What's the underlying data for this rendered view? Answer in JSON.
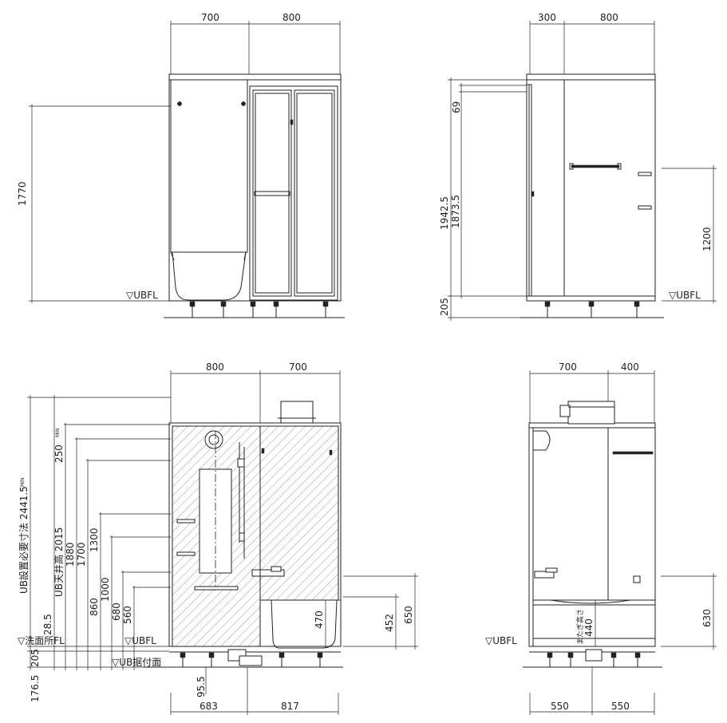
{
  "views": {
    "front": {
      "dims_top": [
        "700",
        "800"
      ],
      "height_1770": "1770",
      "ubfl": "▽UBFL"
    },
    "side": {
      "dims_top": [
        "300",
        "800"
      ],
      "dim_69": "69",
      "dim_1942": "1942.5",
      "dim_1873": "1873.5",
      "dim_205": "205",
      "dim_1200": "1200",
      "ubfl": "▽UBFL"
    },
    "section": {
      "dims_top": [
        "800",
        "700"
      ],
      "dim_2441": "UB設置必要寸法 2441.5",
      "min1": "MIN",
      "dim_250": "250",
      "min2": "MIN",
      "dim_2015": "UB天井高 2015",
      "dim_1880": "1880",
      "dim_1700": "1700",
      "dim_1300": "1300",
      "dim_1000": "1000",
      "dim_860": "860",
      "dim_680": "680",
      "dim_560": "560",
      "dim_470": "470",
      "dim_452": "452",
      "dim_650": "650",
      "dim_28_5": "28.5",
      "dim_205": "205",
      "dim_176_5": "176.5",
      "dim_95_5": "95.5",
      "washfl": "▽洗面所FL",
      "ubfl": "▽UBFL",
      "ubbase": "▽UB据付面",
      "dims_bottom": [
        "683",
        "817"
      ]
    },
    "rear": {
      "dims_top": [
        "700",
        "400"
      ],
      "dim_630": "630",
      "dim_440": "440",
      "mata": "またぎ高さ",
      "ubfl": "▽UBFL",
      "dims_bottom": [
        "550",
        "550"
      ]
    }
  }
}
